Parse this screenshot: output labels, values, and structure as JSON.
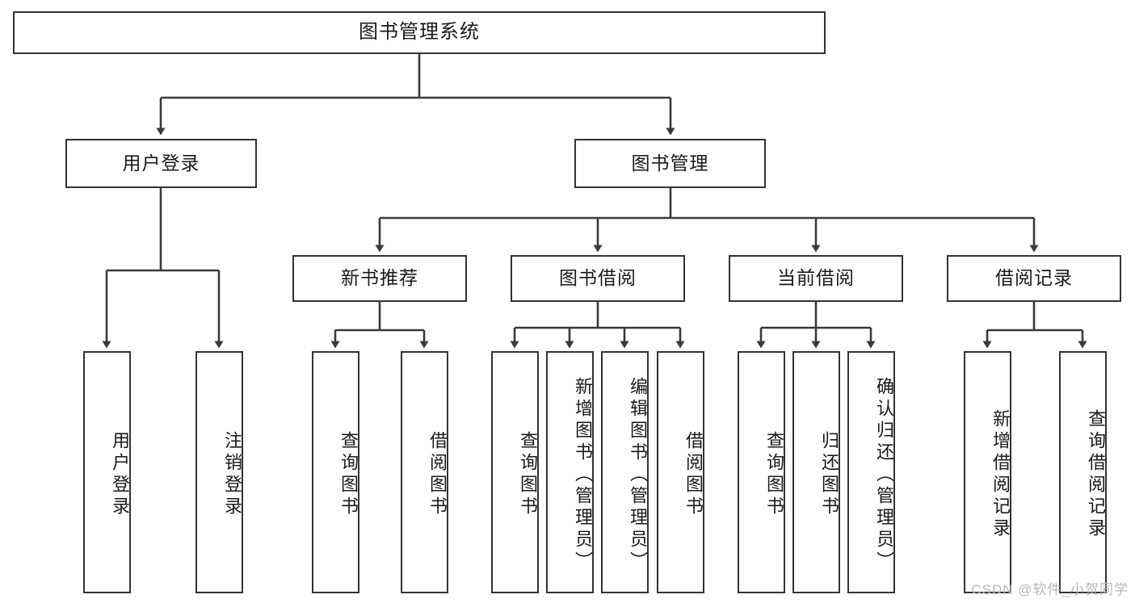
{
  "diagram": {
    "title": "图书管理系统",
    "watermark": "CSDN @软件_小贺同学",
    "colors": {
      "box_border": "#333333",
      "box_fill": "#ffffff",
      "edge": "#3a3a3a",
      "text": "#1a1a1a",
      "watermark": "#b8b8b8",
      "background": "#ffffff"
    },
    "root": {
      "label": "图书管理系统"
    },
    "level2": [
      {
        "label": "用户登录"
      },
      {
        "label": "图书管理"
      }
    ],
    "level3": [
      {
        "label": "新书推荐"
      },
      {
        "label": "图书借阅"
      },
      {
        "label": "当前借阅"
      },
      {
        "label": "借阅记录"
      }
    ],
    "leaves": {
      "user_login": [
        {
          "label": "用户登录"
        },
        {
          "label": "注销登录"
        }
      ],
      "new_book_recommend": [
        {
          "label": "查询图书"
        },
        {
          "label": "借阅图书"
        }
      ],
      "book_borrow": [
        {
          "label": "查询图书"
        },
        {
          "label": "新增图书（管理员）"
        },
        {
          "label": "编辑图书（管理员）"
        },
        {
          "label": "借阅图书"
        }
      ],
      "current_borrow": [
        {
          "label": "查询图书"
        },
        {
          "label": "归还图书"
        },
        {
          "label": "确认归还（管理员）"
        }
      ],
      "borrow_record": [
        {
          "label": "新增借阅记录"
        },
        {
          "label": "查询借阅记录"
        }
      ]
    }
  }
}
